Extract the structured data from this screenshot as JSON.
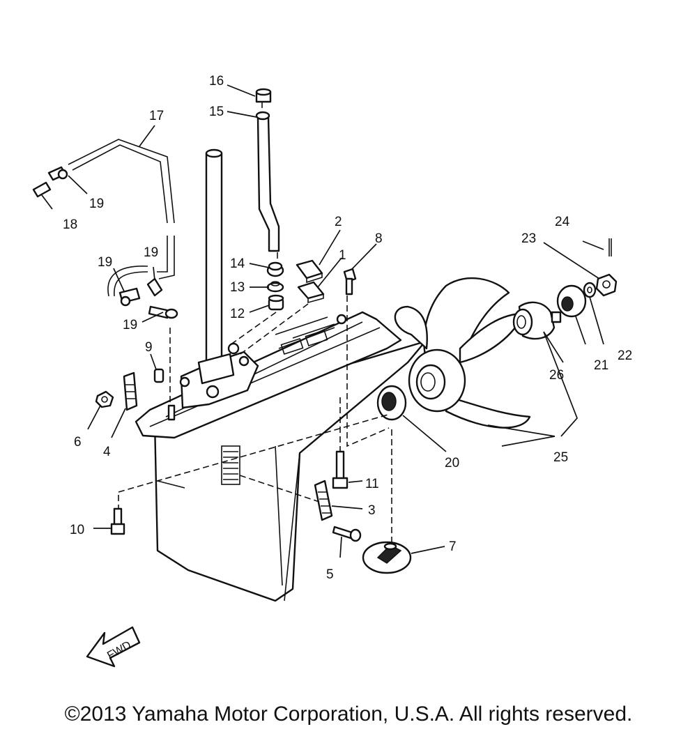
{
  "callouts": {
    "c1": "1",
    "c2": "2",
    "c3": "3",
    "c4": "4",
    "c5": "5",
    "c6": "6",
    "c7": "7",
    "c8": "8",
    "c9": "9",
    "c10": "10",
    "c11": "11",
    "c12": "12",
    "c13": "13",
    "c14": "14",
    "c15": "15",
    "c16": "16",
    "c17": "17",
    "c18": "18",
    "c19a": "19",
    "c19b": "19",
    "c19c": "19",
    "c19d": "19",
    "c20": "20",
    "c21": "21",
    "c22": "22",
    "c23": "23",
    "c24": "24",
    "c25": "25",
    "c26": "26"
  },
  "fwd_label": "FWD",
  "copyright": "©2013 Yamaha Motor Corporation, U.S.A. All rights reserved."
}
